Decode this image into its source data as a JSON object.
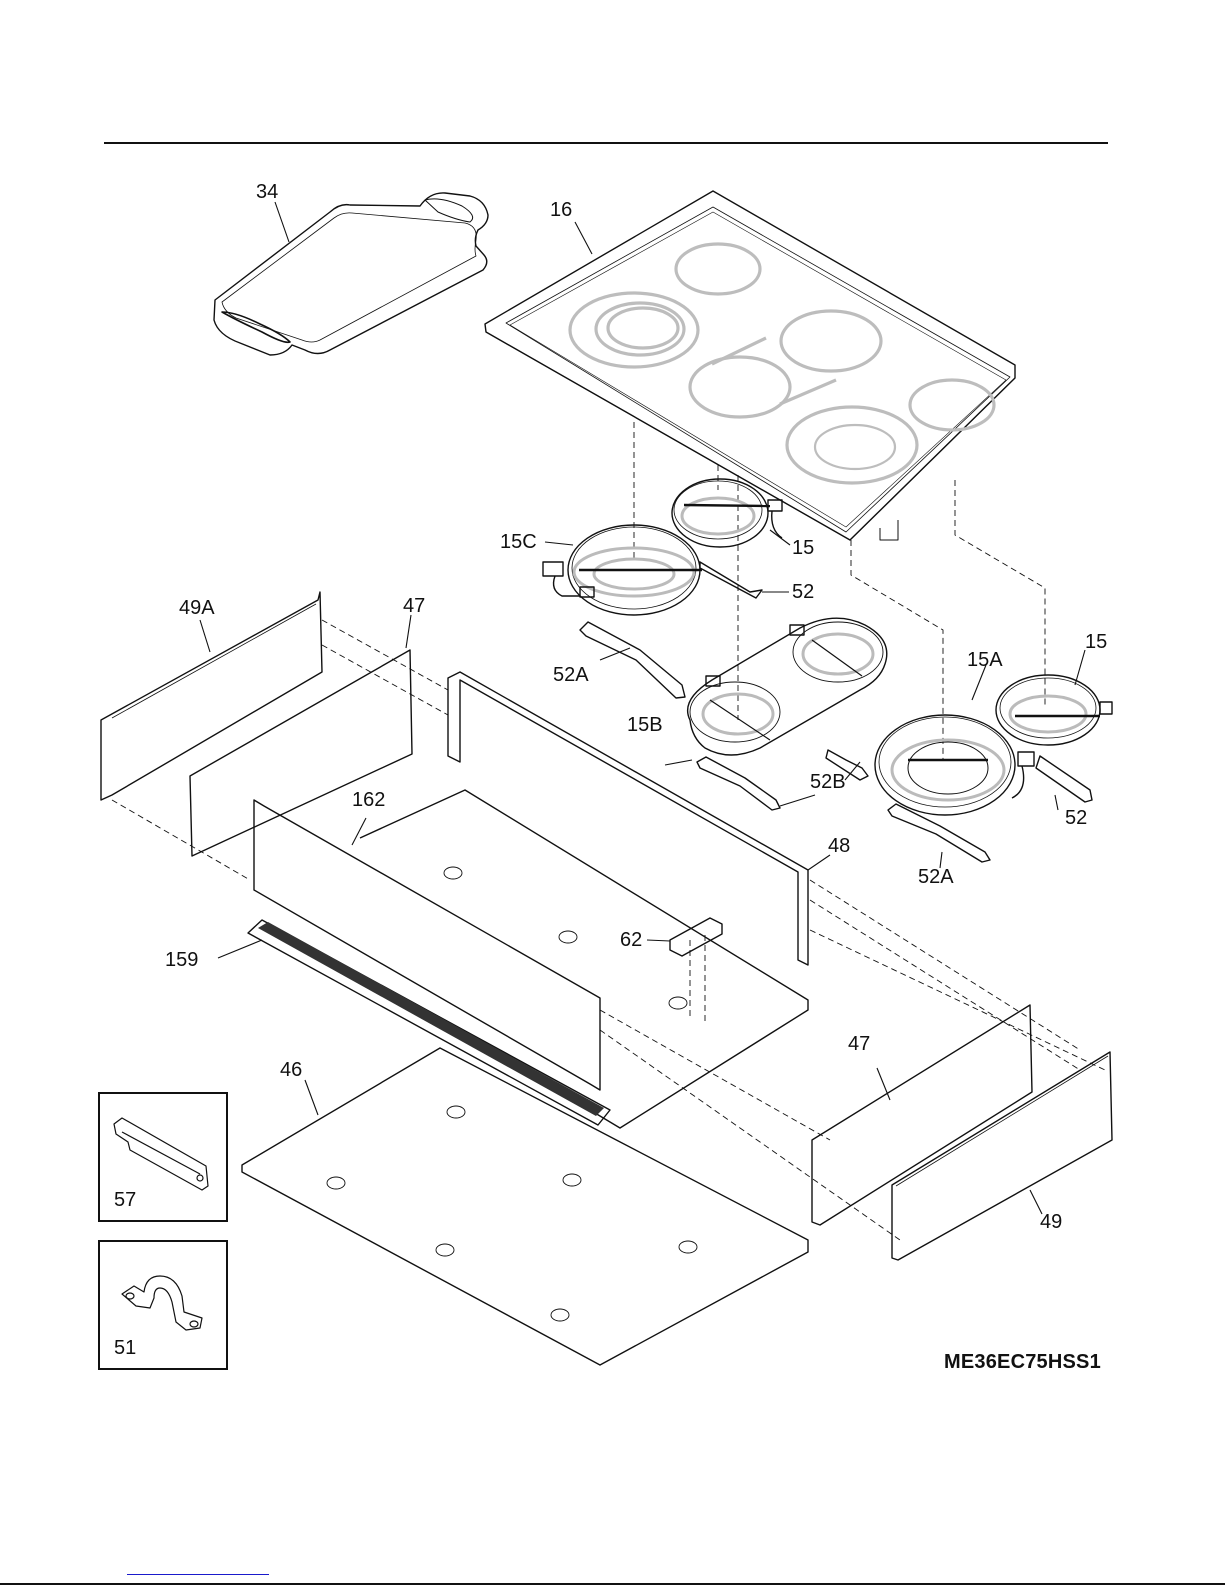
{
  "page": {
    "model_number": "ME36EC75HSS1"
  },
  "callouts": [
    {
      "id": "34",
      "part": "griddle"
    },
    {
      "id": "16",
      "part": "glass-cooktop"
    },
    {
      "id": "15C",
      "part": "element-large-triple"
    },
    {
      "id": "15",
      "part": "element-small-rear"
    },
    {
      "id": "52",
      "part": "element-bracket-rear"
    },
    {
      "id": "52A",
      "part": "element-bracket-left"
    },
    {
      "id": "15B",
      "part": "element-bridge"
    },
    {
      "id": "52B",
      "part": "element-bracket-bridge"
    },
    {
      "id": "15A",
      "part": "element-dual-right"
    },
    {
      "id": "15",
      "part": "element-small-right"
    },
    {
      "id": "52",
      "part": "element-bracket-right"
    },
    {
      "id": "52A",
      "part": "element-bracket-right-front"
    },
    {
      "id": "49A",
      "part": "side-trim-left"
    },
    {
      "id": "47",
      "part": "side-panel-left"
    },
    {
      "id": "162",
      "part": "front-panel"
    },
    {
      "id": "48",
      "part": "rear-panel"
    },
    {
      "id": "62",
      "part": "terminal-block"
    },
    {
      "id": "159",
      "part": "vent-grille"
    },
    {
      "id": "46",
      "part": "base-pan"
    },
    {
      "id": "47",
      "part": "side-panel-right"
    },
    {
      "id": "49",
      "part": "side-trim-right"
    },
    {
      "id": "57",
      "part": "channel-inset"
    },
    {
      "id": "51",
      "part": "clamp-inset"
    }
  ]
}
